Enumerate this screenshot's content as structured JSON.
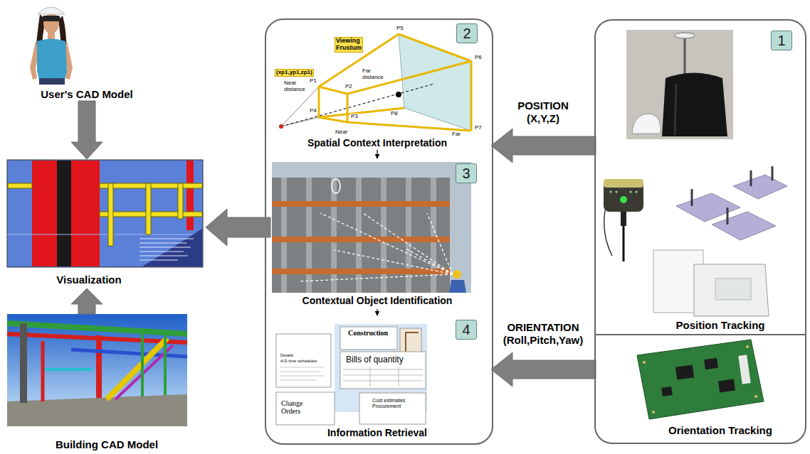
{
  "diagram": {
    "nodes": [
      {
        "text": [
          "User's CAD Model"
        ]
      },
      {
        "text": [
          "Visualization"
        ]
      },
      {
        "text": [
          "Building CAD Model"
        ]
      },
      {
        "text": [
          "2",
          "Spatial Context Interpretation"
        ]
      },
      {
        "text": [
          "3",
          "Contextual Object Identification"
        ]
      },
      {
        "text": [
          "4",
          "Information Retrieval"
        ]
      },
      {
        "text": [
          "1"
        ]
      },
      {
        "text": [
          "Position Tracking"
        ],
        "in": 6
      },
      {
        "text": [
          "Orientation Tracking"
        ],
        "in": 6
      }
    ],
    "edges": [
      {
        "from": 7,
        "to": 3,
        "label": "POSITION (X,Y,Z)",
        "arrow": "to"
      },
      {
        "from": 8,
        "to": 5,
        "label": "ORIENTATION (Roll,Pitch,Yaw)",
        "arrow": "to"
      },
      {
        "from": 3,
        "to": 4,
        "arrow": "to"
      },
      {
        "from": 4,
        "to": 5,
        "arrow": "to"
      },
      {
        "from": 4,
        "to": 1,
        "arrow": "to"
      },
      {
        "from": 0,
        "to": 1,
        "arrow": "to"
      },
      {
        "from": 2,
        "to": 1,
        "arrow": "to"
      }
    ],
    "labels": [
      "Viewing Frustum",
      "(xp1,yp1,zp1)",
      "P5",
      "P6",
      "P1",
      "P2",
      "P4",
      "P3",
      "P8",
      "P7",
      "Near distance",
      "Far distance",
      "Near",
      "Far",
      "Construction",
      "Details",
      "4-D time schedules",
      "Bills of quantity",
      "Change Orders",
      "Cost estimates Procurement"
    ]
  }
}
